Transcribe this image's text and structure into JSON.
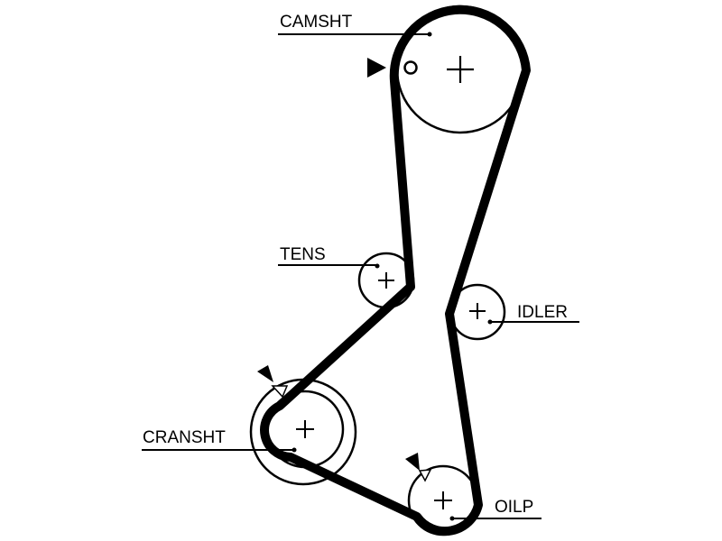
{
  "diagram": {
    "title": "Timing belt routing diagram",
    "colors": {
      "belt": "#000000",
      "background": "#ffffff"
    },
    "components": [
      {
        "id": "camshaft",
        "label": "CAMSHT"
      },
      {
        "id": "tensioner",
        "label": "TENS"
      },
      {
        "id": "idler",
        "label": "IDLER"
      },
      {
        "id": "crankshaft",
        "label": "CRANSHT"
      },
      {
        "id": "oil-pump",
        "label": "OILP"
      }
    ],
    "markers": [
      {
        "id": "camshaft-timing-mark",
        "icon": "triangle-right"
      },
      {
        "id": "crankshaft-timing-mark",
        "icon": "triangle-down"
      },
      {
        "id": "oil-pump-timing-mark",
        "icon": "triangle-down"
      }
    ]
  }
}
